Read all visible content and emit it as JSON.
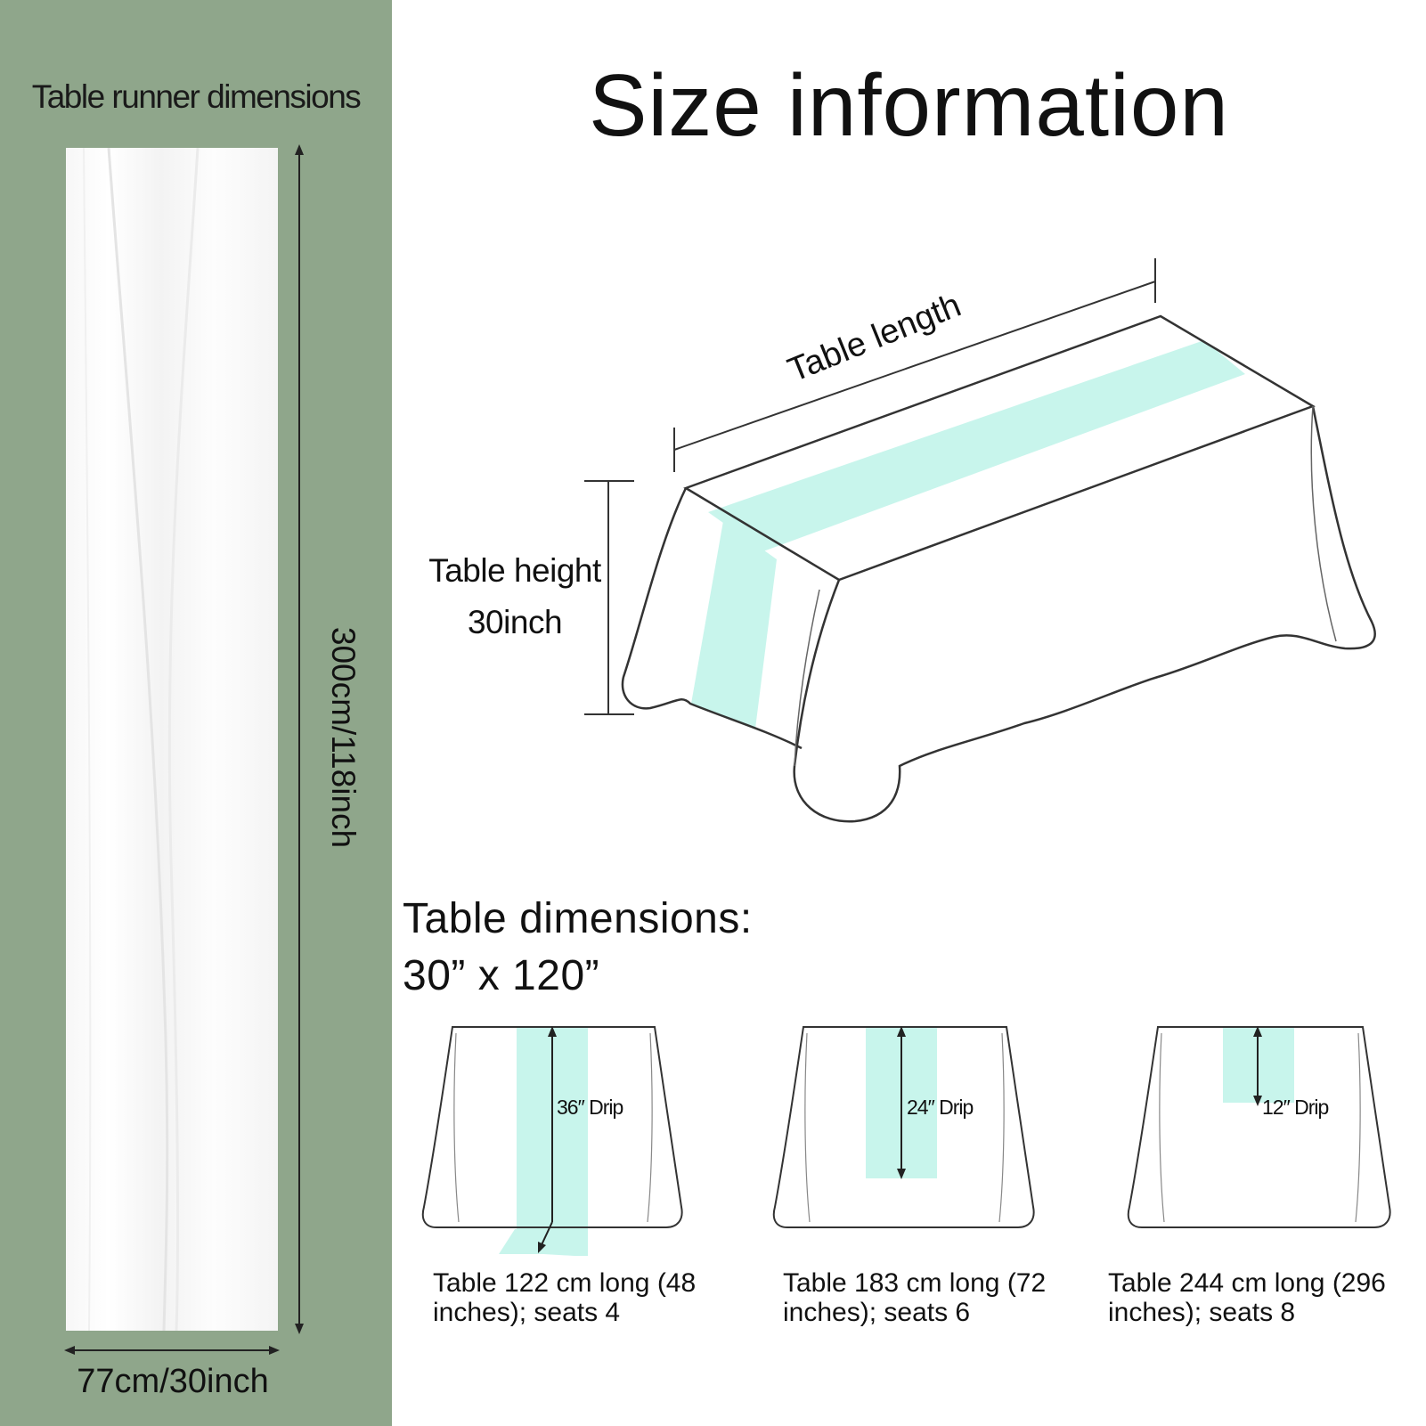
{
  "title": "Size information",
  "runner": {
    "title": "Table runner dimensions",
    "length_label": "300cm/118inch",
    "width_label": "77cm/30inch"
  },
  "main_table": {
    "length_label": "Table length",
    "height_label_line1": "Table height",
    "height_label_line2": "30inch"
  },
  "table_dimensions": {
    "line1": "Table dimensions:",
    "line2": "30” x 120”"
  },
  "tables": [
    {
      "drip": "36″ Drip",
      "caption_line1": "Table 122 cm long (48",
      "caption_line2": "inches); seats 4"
    },
    {
      "drip": "24″ Drip",
      "caption_line1": "Table 183 cm long (72",
      "caption_line2": "inches); seats 6"
    },
    {
      "drip": "12″ Drip",
      "caption_line1": "Table 244 cm long (296",
      "caption_line2": "inches); seats 8"
    }
  ],
  "colors": {
    "left_panel": "#8fa68b",
    "runner_accent": "#c8f5ec",
    "outline": "#333333"
  }
}
